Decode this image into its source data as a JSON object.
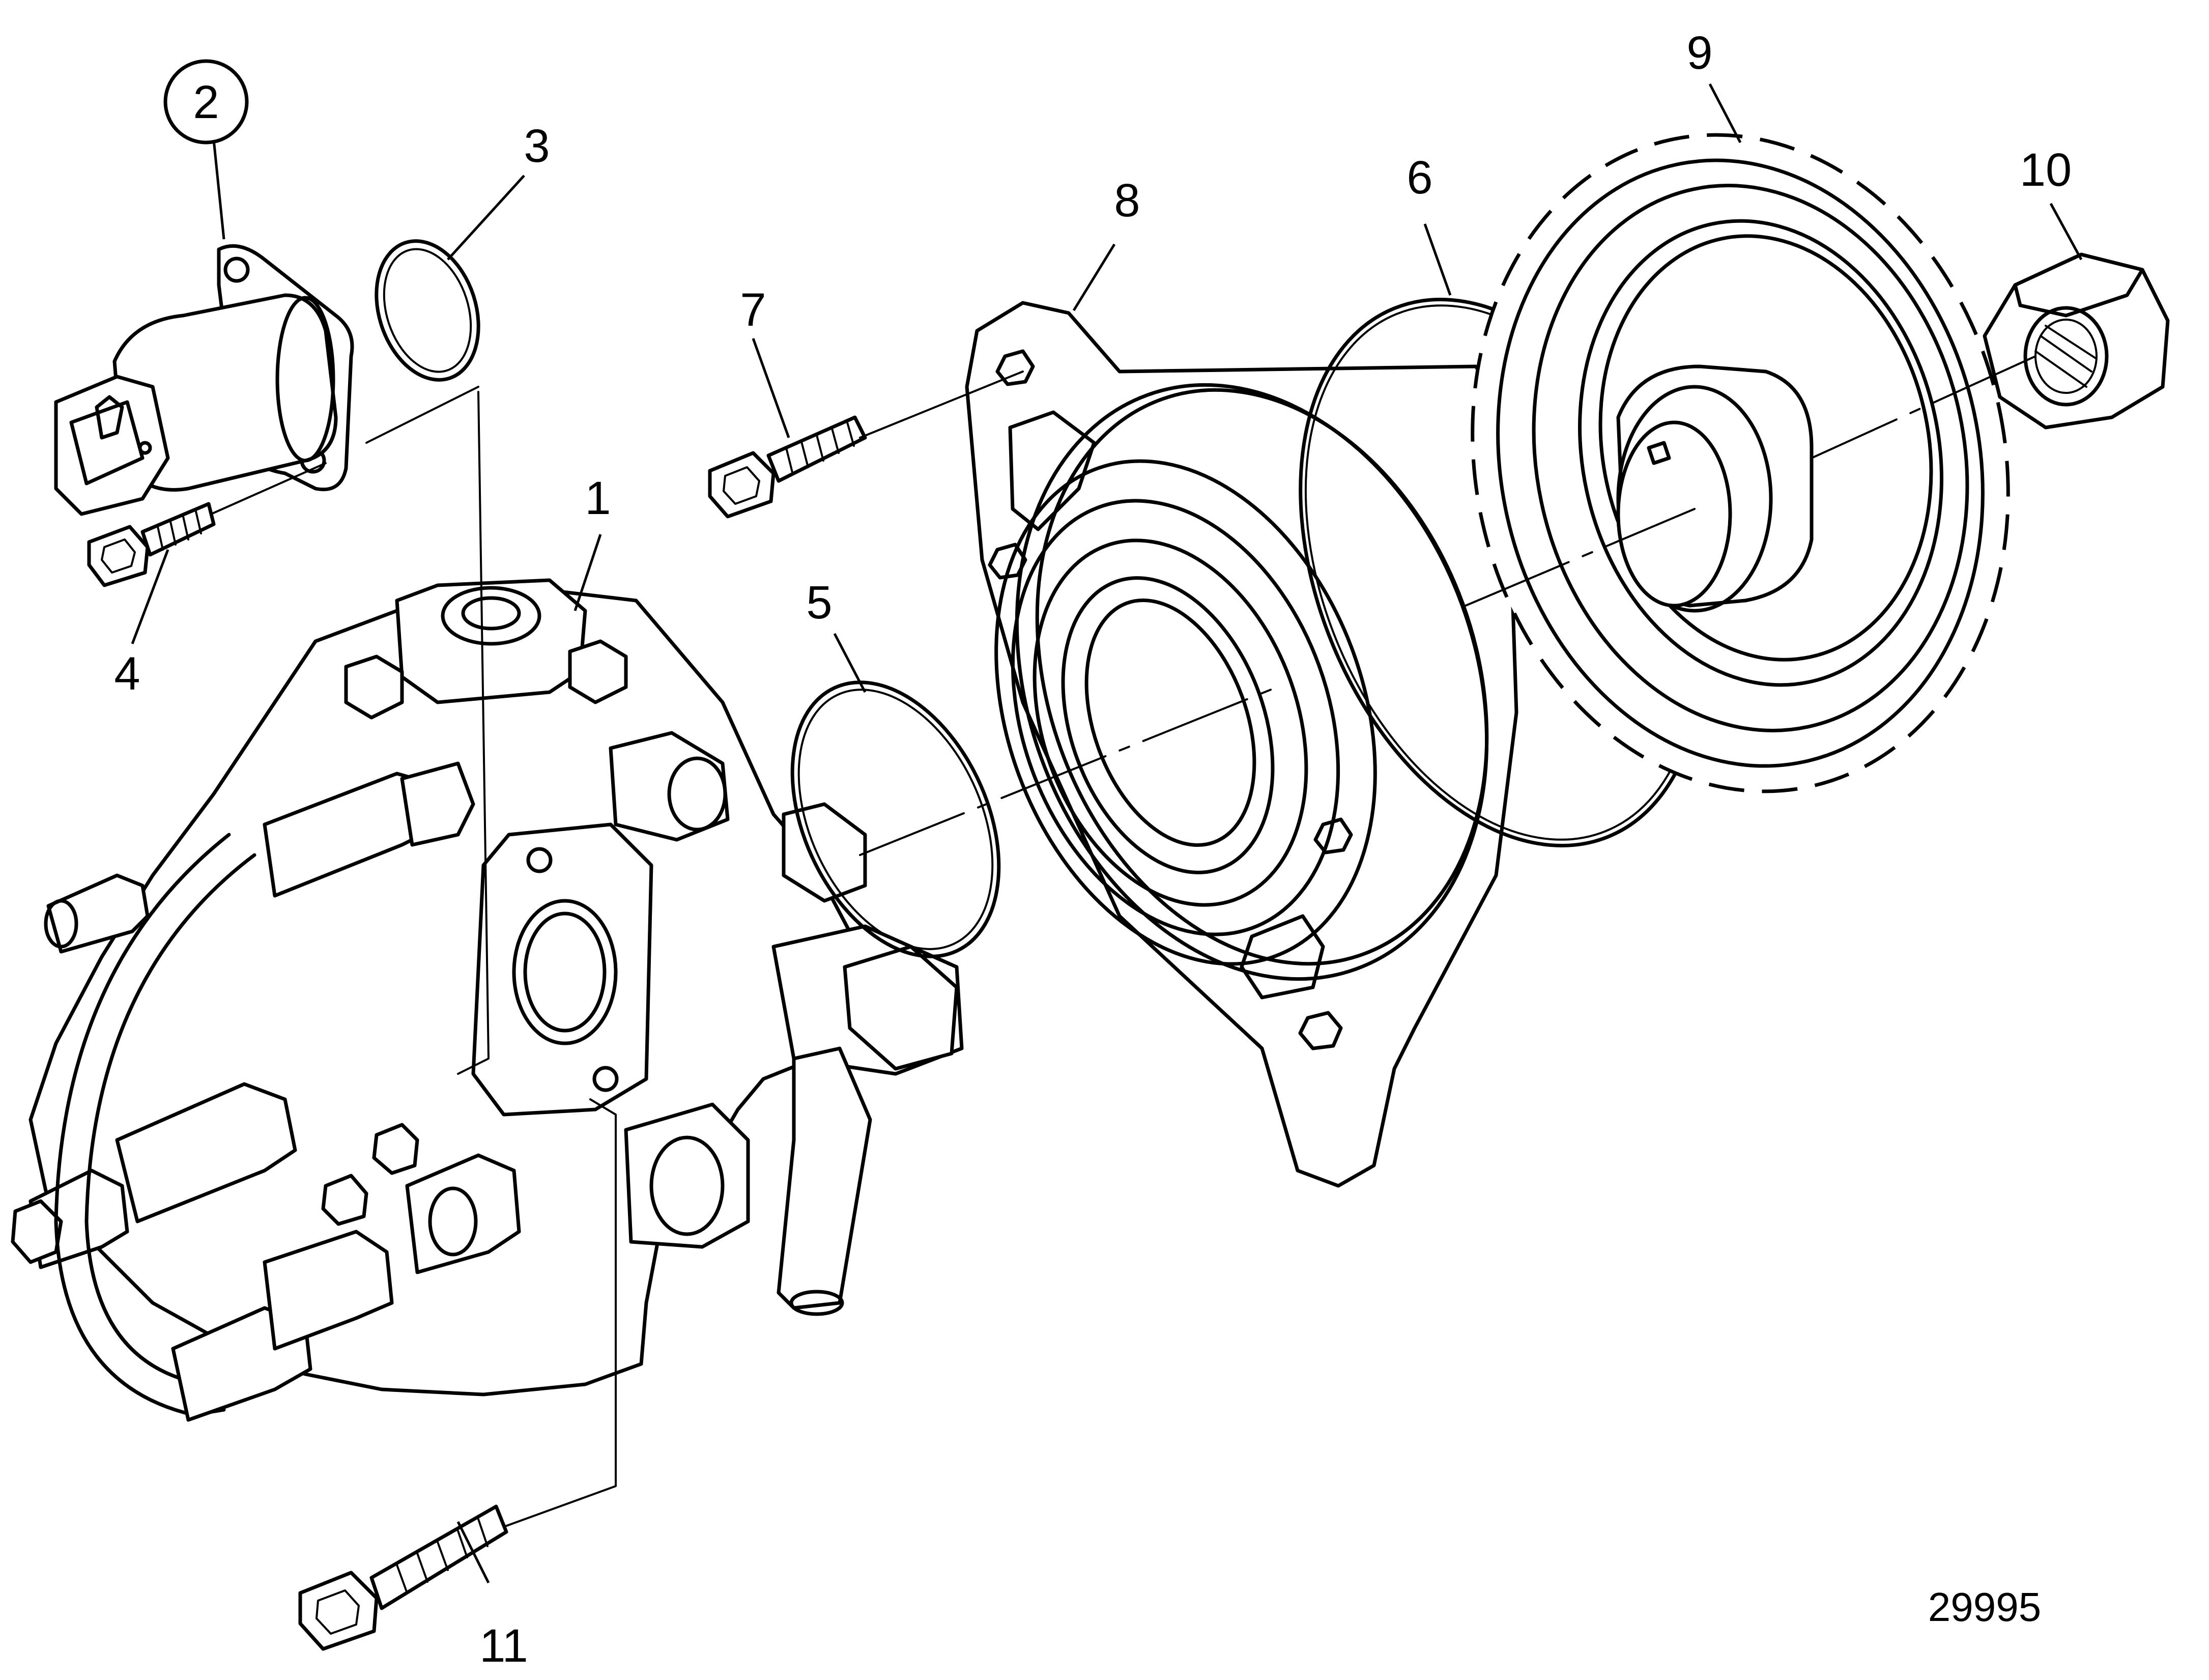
{
  "figure_number": "29995",
  "parts": [
    {
      "id": "part-1",
      "label": "1",
      "name": "fuel-pump"
    },
    {
      "id": "part-2",
      "label": "2",
      "name": "solenoid-valve",
      "circled": true
    },
    {
      "id": "part-3",
      "label": "3",
      "name": "o-ring-small"
    },
    {
      "id": "part-4",
      "label": "4",
      "name": "screw-small"
    },
    {
      "id": "part-5",
      "label": "5",
      "name": "o-ring-medium"
    },
    {
      "id": "part-6",
      "label": "6",
      "name": "o-ring-large"
    },
    {
      "id": "part-7",
      "label": "7",
      "name": "screw-flange"
    },
    {
      "id": "part-8",
      "label": "8",
      "name": "flange-housing"
    },
    {
      "id": "part-9",
      "label": "9",
      "name": "drive-gear"
    },
    {
      "id": "part-10",
      "label": "10",
      "name": "hex-nut"
    },
    {
      "id": "part-11",
      "label": "11",
      "name": "screw-long"
    }
  ]
}
